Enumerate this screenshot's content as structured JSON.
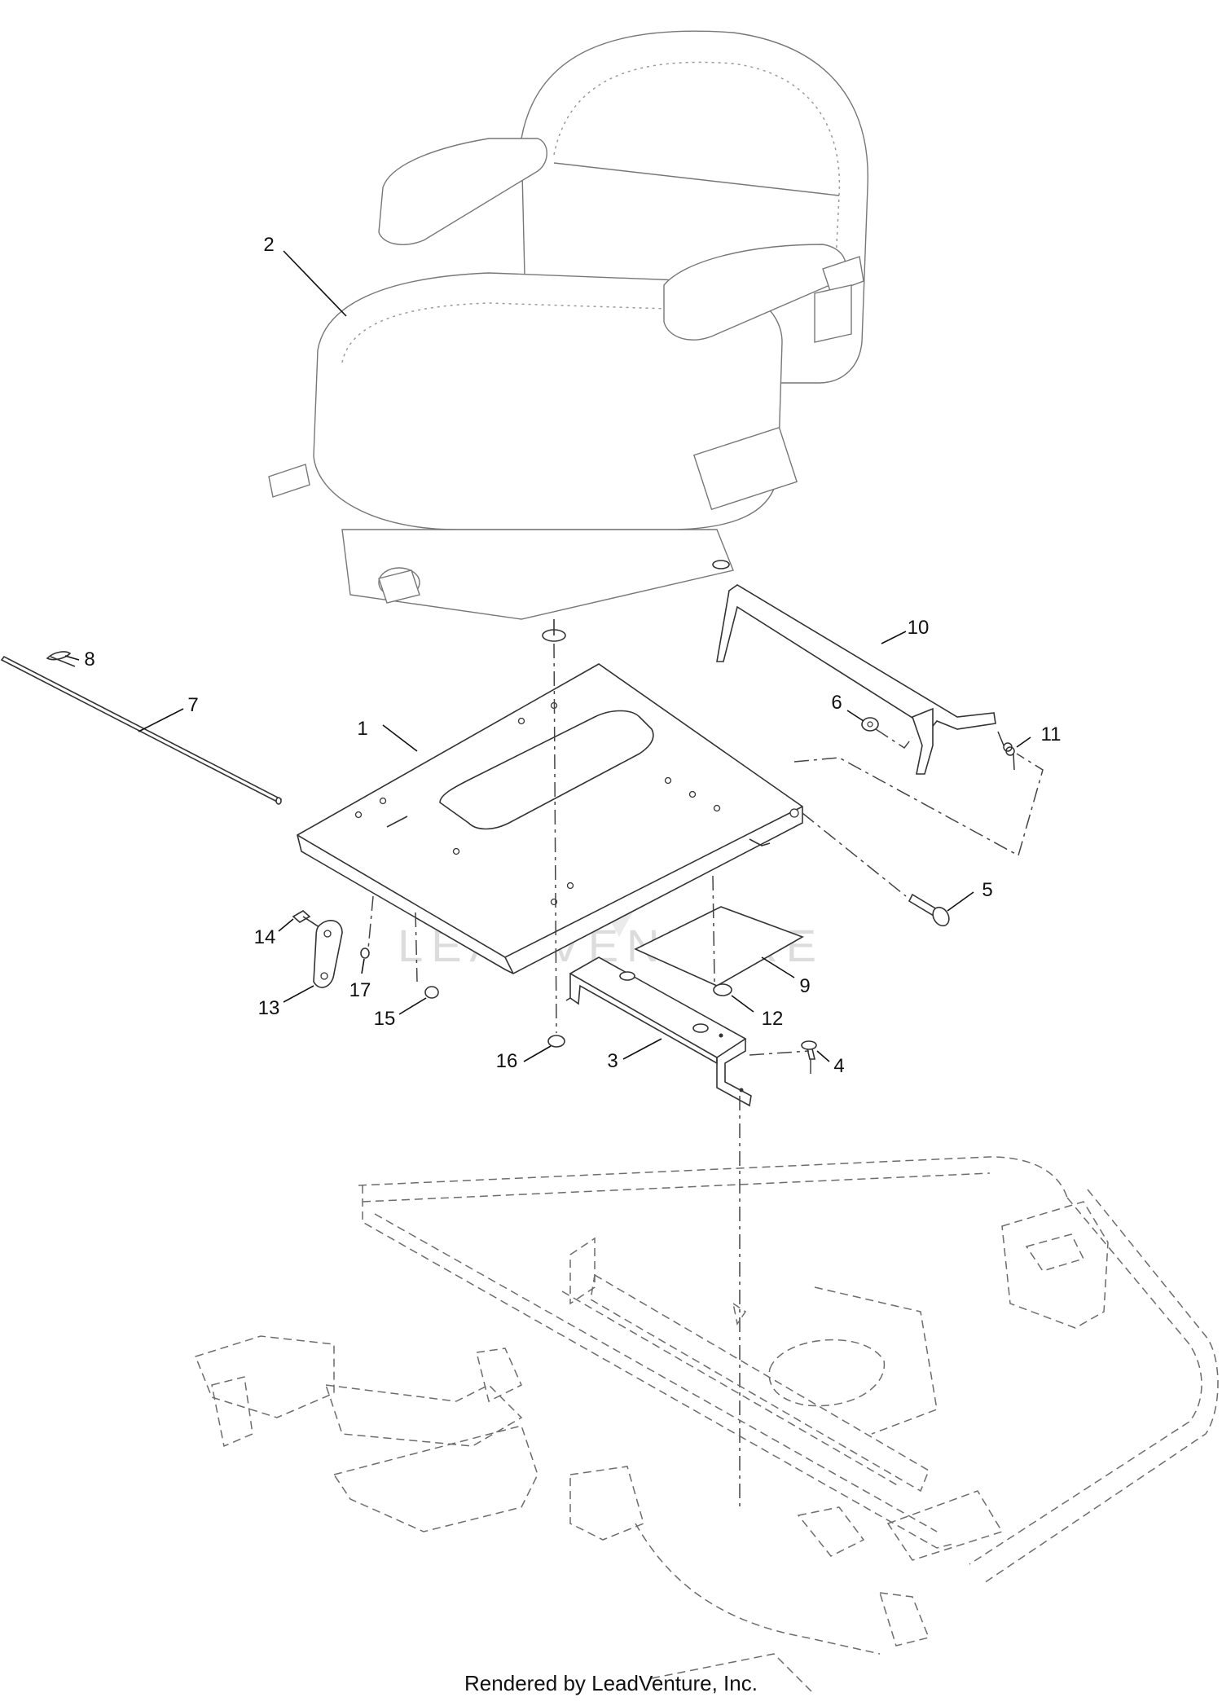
{
  "callouts": [
    {
      "id": "1",
      "label": "1"
    },
    {
      "id": "2",
      "label": "2"
    },
    {
      "id": "3",
      "label": "3"
    },
    {
      "id": "4",
      "label": "4"
    },
    {
      "id": "5",
      "label": "5"
    },
    {
      "id": "6",
      "label": "6"
    },
    {
      "id": "7",
      "label": "7"
    },
    {
      "id": "8",
      "label": "8"
    },
    {
      "id": "9",
      "label": "9"
    },
    {
      "id": "10",
      "label": "10"
    },
    {
      "id": "11",
      "label": "11"
    },
    {
      "id": "12",
      "label": "12"
    },
    {
      "id": "13",
      "label": "13"
    },
    {
      "id": "14",
      "label": "14"
    },
    {
      "id": "15",
      "label": "15"
    },
    {
      "id": "16",
      "label": "16"
    },
    {
      "id": "17",
      "label": "17"
    }
  ],
  "watermark": "LEADVENTURE",
  "footer": "Rendered by LeadVenture, Inc."
}
